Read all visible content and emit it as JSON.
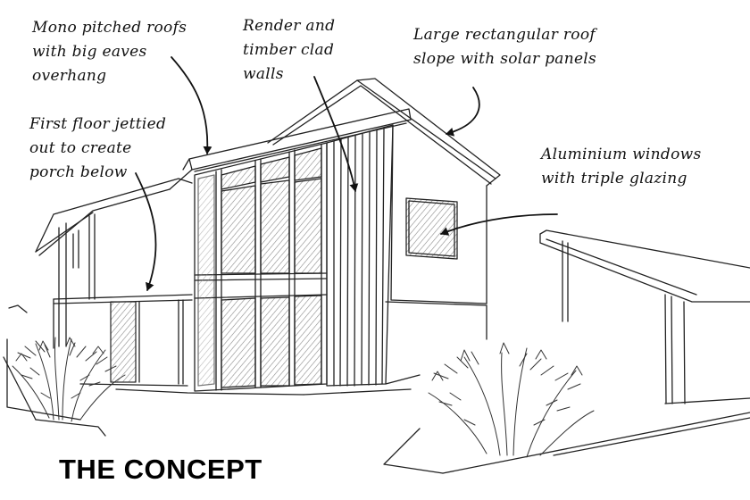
{
  "title": "THE CONCEPT",
  "annotations": {
    "mono_roofs": [
      "Mono pitched roofs",
      "with big eaves",
      "overhang"
    ],
    "render_walls": [
      "Render and",
      "timber clad",
      "walls"
    ],
    "solar_roof": [
      "Large rectangular roof",
      "slope with solar panels"
    ],
    "jettied_floor": [
      "First floor jettied",
      "out to create",
      "porch below"
    ],
    "windows": [
      "Aluminium windows",
      "with triple glazing"
    ]
  },
  "colors": {
    "ink": "#111111",
    "hatch": "#888888",
    "background": "#ffffff"
  }
}
